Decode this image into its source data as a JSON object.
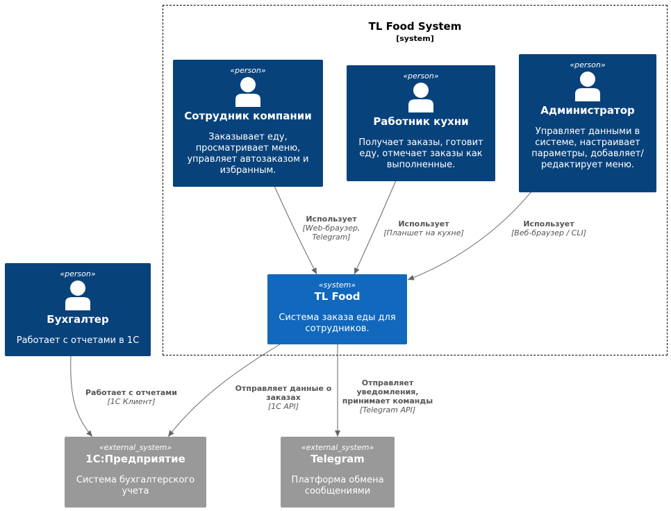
{
  "boundary": {
    "title": "TL Food System",
    "type": "[system]"
  },
  "colors": {
    "person": "#08427b",
    "system": "#1168bd",
    "external_system": "#999999",
    "edge": "#666666",
    "edge_label": "#555555"
  },
  "nodes": {
    "employee": {
      "stereotype": "«person»",
      "name": "Сотрудник компании",
      "description": "Заказывает еду, просматривает меню, управляет автозаказом и избранным.",
      "icon": "person-icon"
    },
    "kitchen": {
      "stereotype": "«person»",
      "name": "Работник кухни",
      "description": "Получает заказы, готовит еду, отмечает заказы как выполненные.",
      "icon": "person-icon"
    },
    "admin": {
      "stereotype": "«person»",
      "name": "Администратор",
      "description": "Управляет данными в системе, настраивает параметры, добавляет/редактирует меню.",
      "icon": "person-icon"
    },
    "accountant": {
      "stereotype": "«person»",
      "name": "Бухгалтер",
      "description": "Работает с отчетами в 1С",
      "icon": "person-icon"
    },
    "tlfood": {
      "stereotype": "«system»",
      "name": "TL Food",
      "description": "Система заказа еды для сотрудников."
    },
    "onec": {
      "stereotype": "«external_system»",
      "name": "1С:Предприятие",
      "description": "Система бухгалтерского учета"
    },
    "telegram": {
      "stereotype": "«external_system»",
      "name": "Telegram",
      "description": "Платформа обмена сообщениями"
    }
  },
  "edges": {
    "employee_tlfood": {
      "label": "Использует",
      "technology": "[Web-браузер, Telegram]"
    },
    "kitchen_tlfood": {
      "label": "Использует",
      "technology": "[Планшет на кухне]"
    },
    "admin_tlfood": {
      "label": "Использует",
      "technology": "[Веб-браузер / CLI]"
    },
    "accountant_onec": {
      "label": "Работает с отчетами",
      "technology": "[1С Клиент]"
    },
    "tlfood_onec": {
      "label": "Отправляет данные о заказах",
      "technology": "[1С API]"
    },
    "tlfood_telegram": {
      "label": "Отправляет уведомления, принимает команды",
      "technology": "[Telegram API]"
    }
  }
}
